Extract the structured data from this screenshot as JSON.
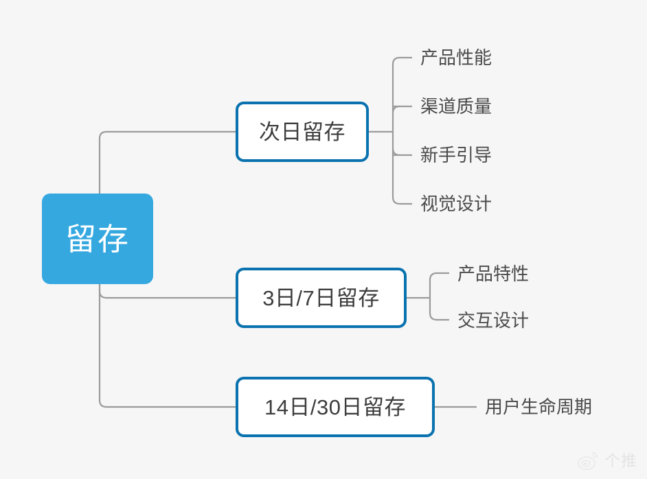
{
  "diagram": {
    "type": "mind-map",
    "orientation": "left-to-right",
    "background_color": "#f6f6f6",
    "root": {
      "label": "留存",
      "fill_color": "#35a8e0",
      "text_color": "#ffffff"
    },
    "branch_style": {
      "border_color": "#0a72af",
      "fill_color": "#ffffff",
      "text_color": "#3d3d3d"
    },
    "connector_color": "#9b9b9b",
    "branches": [
      {
        "id": "next-day-retention",
        "label": "次日留存",
        "leaves": [
          {
            "id": "product-performance",
            "label": "产品性能"
          },
          {
            "id": "channel-quality",
            "label": "渠道质量"
          },
          {
            "id": "newbie-guide",
            "label": "新手引导"
          },
          {
            "id": "visual-design",
            "label": "视觉设计"
          }
        ]
      },
      {
        "id": "day3-day7-retention",
        "label": "3日/7日留存",
        "leaves": [
          {
            "id": "product-features",
            "label": "产品特性"
          },
          {
            "id": "interaction-design",
            "label": "交互设计"
          }
        ]
      },
      {
        "id": "day14-day30-retention",
        "label": "14日/30日留存",
        "leaves": [
          {
            "id": "user-lifecycle",
            "label": "用户生命周期"
          }
        ]
      }
    ]
  },
  "watermark": {
    "platform_icon": "weibo-icon",
    "text": "个推"
  }
}
